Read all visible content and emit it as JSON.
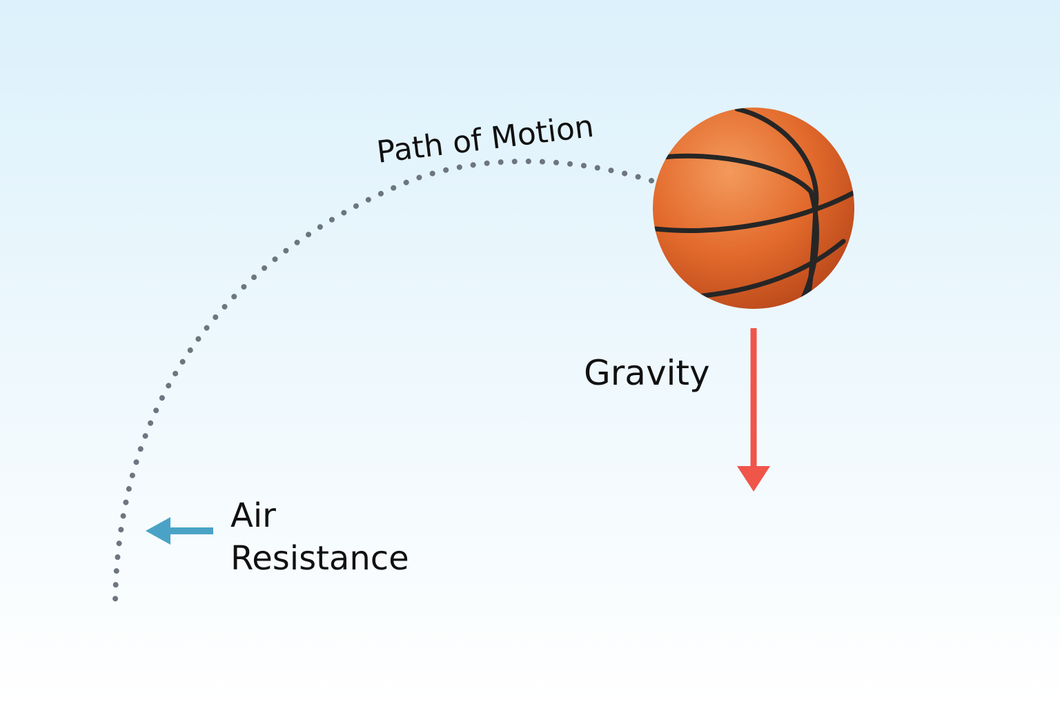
{
  "labels": {
    "path_of_motion": "Path of Motion",
    "gravity": "Gravity",
    "air_resistance_line1": "Air",
    "air_resistance_line2": "Resistance"
  },
  "colors": {
    "background_top": "#dcf1fb",
    "background_bottom": "#ffffff",
    "path_dots": "#6d7680",
    "gravity_arrow": "#f0554a",
    "air_resistance_arrow": "#4aa3c6",
    "ball": "#e26a2c",
    "ball_seams": "#262626",
    "text": "#111111"
  },
  "icons": {
    "ball": "basketball-icon",
    "gravity": "arrow-down-icon",
    "air_resistance": "arrow-left-icon"
  }
}
